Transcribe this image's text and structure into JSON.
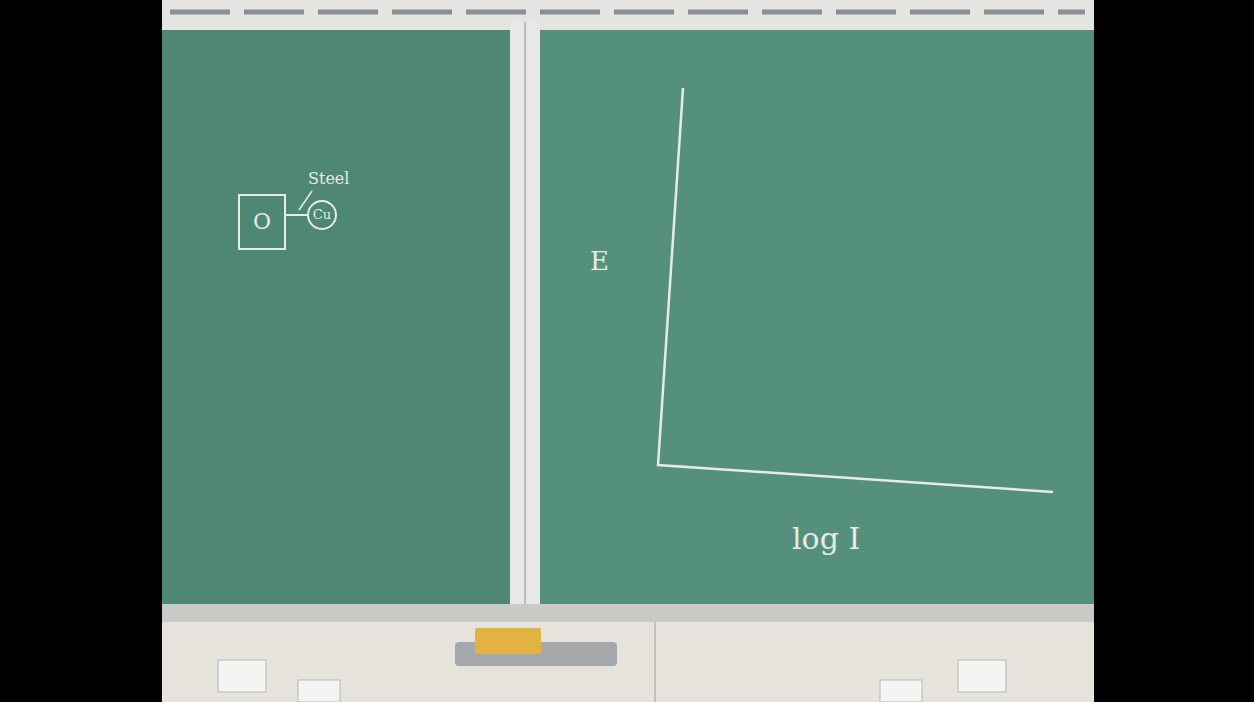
{
  "diagram": {
    "nodes": [
      {
        "text": [
          "O"
        ]
      },
      {
        "text": [
          "Cu"
        ]
      }
    ],
    "edges": [
      {
        "from": 0,
        "to": 1,
        "arrow": "none"
      }
    ],
    "labels": [
      "Steel",
      "E",
      "log I"
    ]
  }
}
